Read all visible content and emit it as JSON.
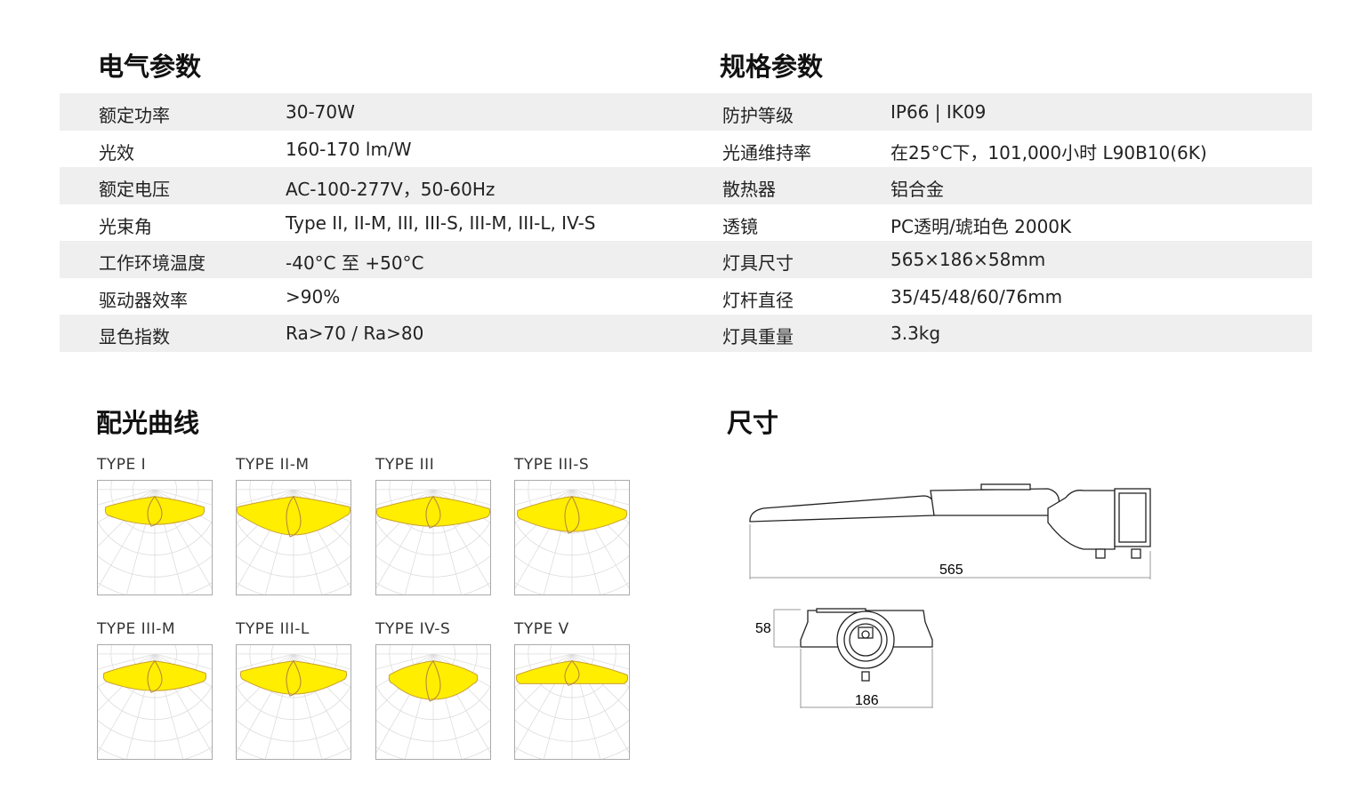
{
  "electrical": {
    "title": "电气参数",
    "rows": [
      {
        "label": "额定功率",
        "value": "30-70W"
      },
      {
        "label": "光效",
        "value": "160-170 lm/W"
      },
      {
        "label": "额定电压",
        "value": "AC-100-277V，50-60Hz"
      },
      {
        "label": "光束角",
        "value": "Type II, II-M, III, III-S, III-M, III-L, IV-S"
      },
      {
        "label": "工作环境温度",
        "value": "-40°C 至 +50°C"
      },
      {
        "label": "驱动器效率",
        "value": ">90%"
      },
      {
        "label": "显色指数",
        "value": "Ra>70 / Ra>80"
      }
    ]
  },
  "spec": {
    "title": "规格参数",
    "rows": [
      {
        "label": "防护等级",
        "value": "IP66 | IK09"
      },
      {
        "label": "光通维持率",
        "value": "在25°C下，101,000小时 L90B10(6K)"
      },
      {
        "label": "散热器",
        "value": "铝合金"
      },
      {
        "label": "透镜",
        "value": "PC透明/琥珀色 2000K"
      },
      {
        "label": "灯具尺寸",
        "value": "565×186×58mm"
      },
      {
        "label": "灯杆直径",
        "value": "35/45/48/60/76mm"
      },
      {
        "label": "灯具重量",
        "value": "3.3kg"
      }
    ]
  },
  "distribution": {
    "title": "配光曲线",
    "types": [
      "TYPE I",
      "TYPE II-M",
      "TYPE III",
      "TYPE III-S",
      "TYPE III-M",
      "TYPE III-L",
      "TYPE IV-S",
      "TYPE V"
    ]
  },
  "dimensions": {
    "title": "尺寸",
    "length": "565",
    "width": "186",
    "height": "58"
  },
  "colors": {
    "row_bg": "#efefef",
    "beam": "#ffee00"
  }
}
